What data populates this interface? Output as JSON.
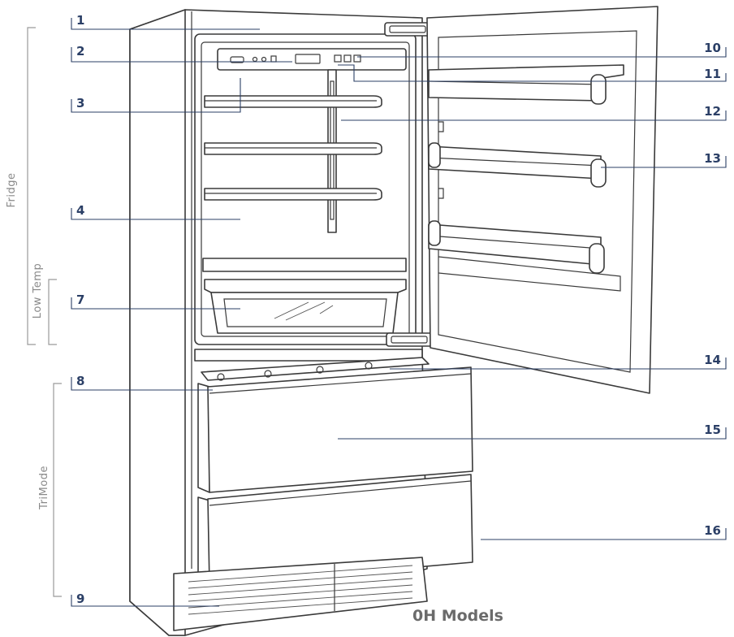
{
  "callouts": [
    {
      "label": "1"
    },
    {
      "label": "2"
    },
    {
      "label": "3"
    },
    {
      "label": "4"
    },
    {
      "label": "7"
    },
    {
      "label": "8"
    },
    {
      "label": "9"
    },
    {
      "label": "10"
    },
    {
      "label": "11"
    },
    {
      "label": "12"
    },
    {
      "label": "13"
    },
    {
      "label": "14"
    },
    {
      "label": "15"
    },
    {
      "label": "16"
    }
  ],
  "sections": {
    "fridge": "Fridge",
    "low_temp": "Low Temp",
    "trimode": "TriMode"
  },
  "caption": "0H Models",
  "colors": {
    "callout": "#2b3f66",
    "outline": "#3a3a3a",
    "section_label": "#8a8a8a"
  }
}
